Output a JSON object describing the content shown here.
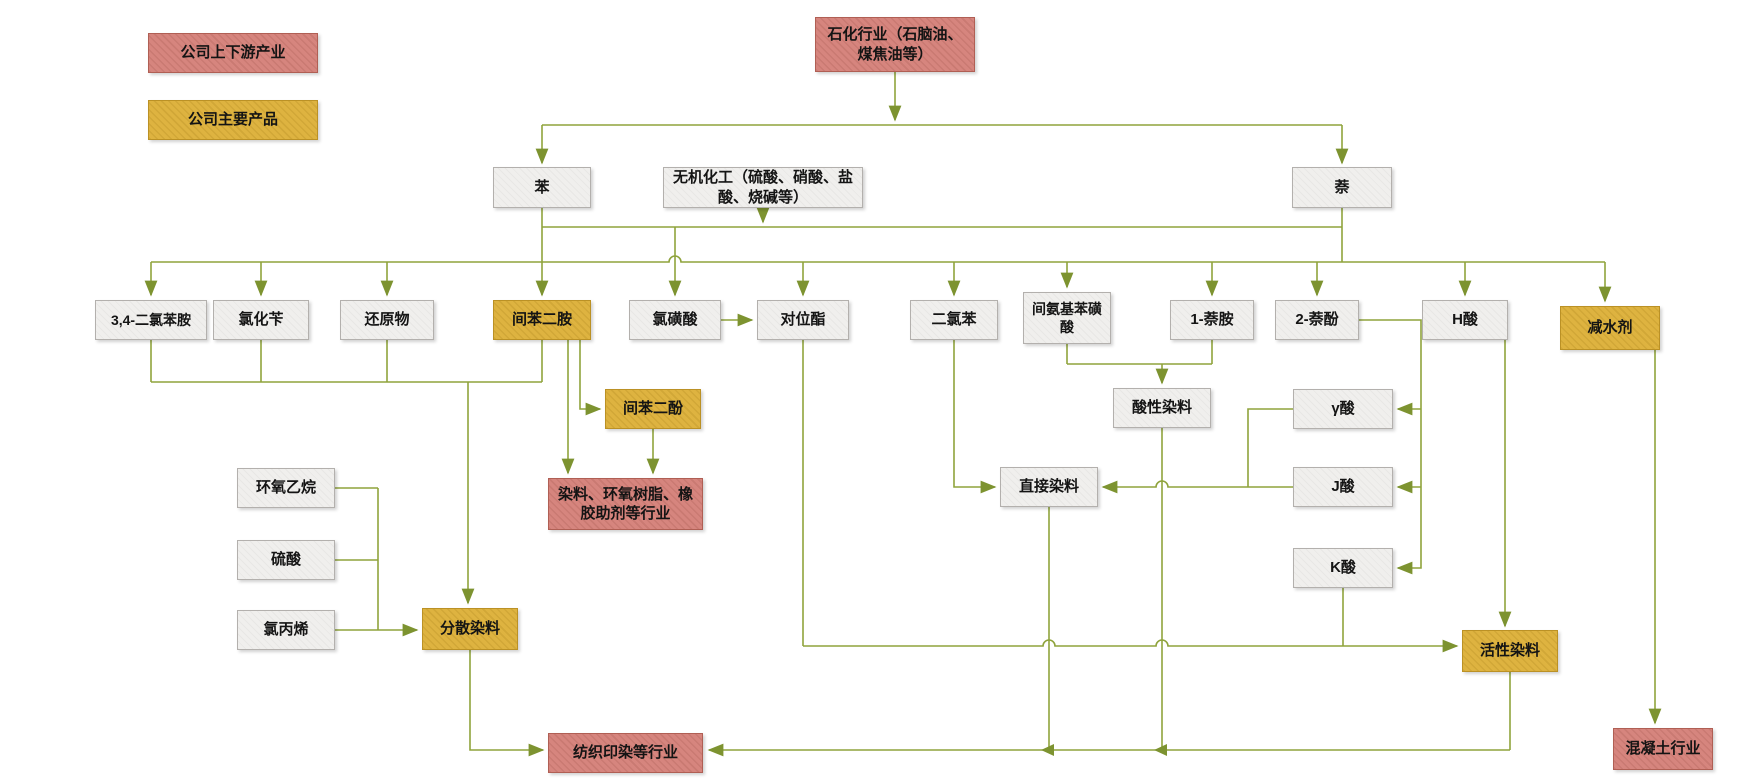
{
  "legend": {
    "upstream_downstream_industry": "公司上下游产业",
    "main_products": "公司主要产品"
  },
  "colors": {
    "upstream_downstream_industry_fill": "#d6857e",
    "main_product_fill": "#deb340",
    "intermediate_fill": "#f0efed",
    "connector_line": "#8fa33c"
  },
  "nodes": {
    "petrochemical": {
      "label": "石化行业（石脑油、煤焦油等）",
      "type": "upstream_downstream_industry"
    },
    "benzene": {
      "label": "苯",
      "type": "intermediate"
    },
    "inorganic_chemicals": {
      "label": "无机化工（硫酸、硝酸、盐酸、烧碱等）",
      "type": "intermediate"
    },
    "naphthalene": {
      "label": "萘",
      "type": "intermediate"
    },
    "dichloroaniline": {
      "label": "3,4-二氯苯胺",
      "type": "intermediate"
    },
    "benzyl_chloride": {
      "label": "氯化苄",
      "type": "intermediate"
    },
    "reduction_products": {
      "label": "还原物",
      "type": "intermediate"
    },
    "m_phenylenediamine": {
      "label": "间苯二胺",
      "type": "main_product"
    },
    "chlorosulfonic_acid": {
      "label": "氯磺酸",
      "type": "intermediate"
    },
    "para_ester": {
      "label": "对位酯",
      "type": "intermediate"
    },
    "dichlorobenzene": {
      "label": "二氯苯",
      "type": "intermediate"
    },
    "metanilic_acid": {
      "label": "间氨基苯磺酸",
      "type": "intermediate"
    },
    "naphthylamine_1": {
      "label": "1-萘胺",
      "type": "intermediate"
    },
    "naphthol_2": {
      "label": "2-萘酚",
      "type": "intermediate"
    },
    "h_acid": {
      "label": "H酸",
      "type": "intermediate"
    },
    "water_reducer": {
      "label": "减水剂",
      "type": "main_product"
    },
    "resorcinol": {
      "label": "间苯二酚",
      "type": "main_product"
    },
    "dye_epoxy_rubber_industry": {
      "label": "染料、环氧树脂、橡胶助剂等行业",
      "type": "upstream_downstream_industry"
    },
    "ethylene_oxide": {
      "label": "环氧乙烷",
      "type": "intermediate"
    },
    "sulfuric_acid": {
      "label": "硫酸",
      "type": "intermediate"
    },
    "allyl_chloride": {
      "label": "氯丙烯",
      "type": "intermediate"
    },
    "disperse_dye": {
      "label": "分散染料",
      "type": "main_product"
    },
    "acid_dye": {
      "label": "酸性染料",
      "type": "intermediate"
    },
    "direct_dye": {
      "label": "直接染料",
      "type": "intermediate"
    },
    "gamma_acid": {
      "label": "γ酸",
      "type": "intermediate"
    },
    "j_acid": {
      "label": "J酸",
      "type": "intermediate"
    },
    "k_acid": {
      "label": "K酸",
      "type": "intermediate"
    },
    "reactive_dye": {
      "label": "活性染料",
      "type": "main_product"
    },
    "textile_printing_industry": {
      "label": "纺织印染等行业",
      "type": "upstream_downstream_industry"
    },
    "concrete_industry": {
      "label": "混凝土行业",
      "type": "upstream_downstream_industry"
    }
  }
}
